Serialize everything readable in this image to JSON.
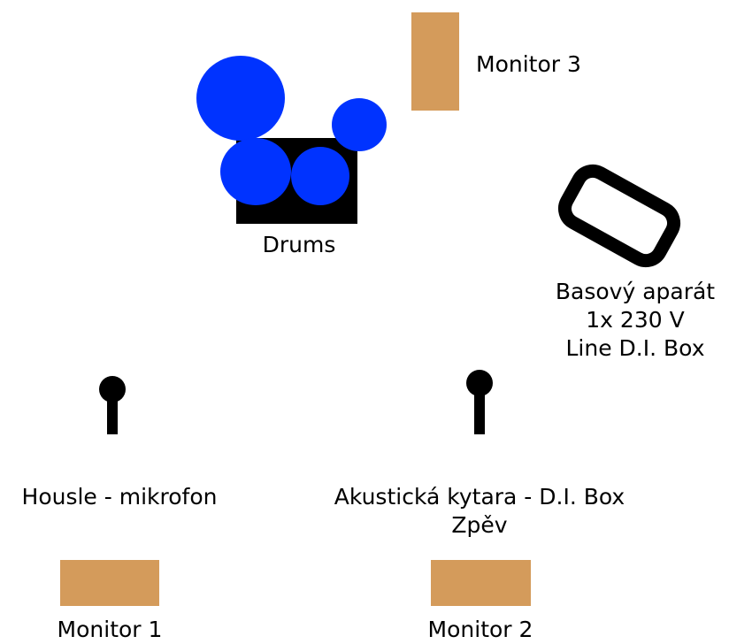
{
  "drums": {
    "label": "Drums"
  },
  "monitor3": {
    "label": "Monitor 3"
  },
  "bass": {
    "label_line1": "Basový aparát",
    "label_line2": "1x 230 V",
    "label_line3": "Line D.I. Box"
  },
  "violin": {
    "label": "Housle - mikrofon"
  },
  "guitar": {
    "label_line1": "Akustická kytara - D.I. Box",
    "label_line2": "Zpěv"
  },
  "monitor1": {
    "label": "Monitor 1"
  },
  "monitor2": {
    "label": "Monitor 2"
  },
  "colors": {
    "drum_shell": "#0033ff",
    "drum_riser": "#000000",
    "monitor": "#d49b5b"
  }
}
